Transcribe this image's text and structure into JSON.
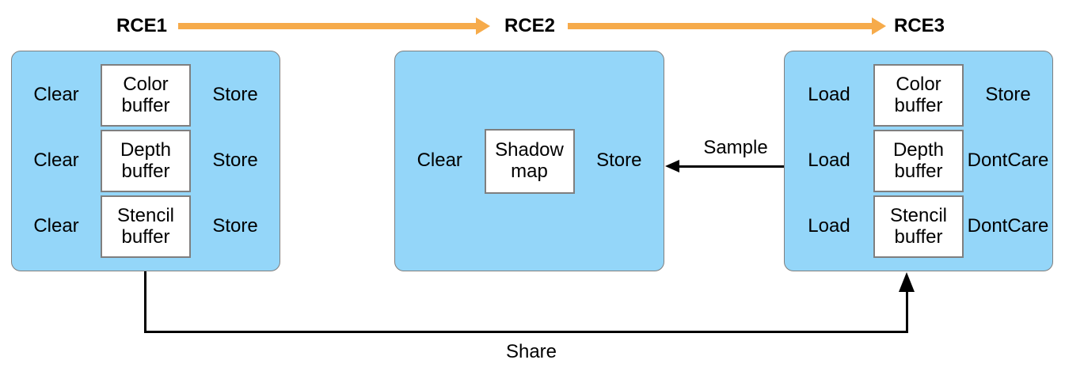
{
  "figure": {
    "encoders": [
      {
        "label": "RCE1",
        "rows": [
          {
            "load_action": "Clear",
            "buffer": "Color buffer",
            "store_action": "Store"
          },
          {
            "load_action": "Clear",
            "buffer": "Depth buffer",
            "store_action": "Store"
          },
          {
            "load_action": "Clear",
            "buffer": "Stencil buffer",
            "store_action": "Store"
          }
        ]
      },
      {
        "label": "RCE2",
        "rows": [
          {
            "load_action": "Clear",
            "buffer": "Shadow map",
            "store_action": "Store"
          }
        ]
      },
      {
        "label": "RCE3",
        "rows": [
          {
            "load_action": "Load",
            "buffer": "Color buffer",
            "store_action": "Store"
          },
          {
            "load_action": "Load",
            "buffer": "Depth buffer",
            "store_action": "DontCare"
          },
          {
            "load_action": "Load",
            "buffer": "Stencil buffer",
            "store_action": "DontCare"
          }
        ]
      }
    ],
    "arrows": {
      "sample_label": "Sample",
      "share_label": "Share"
    },
    "colors": {
      "panel_fill": "#94d6f9",
      "panel_border": "#7f7f7f",
      "buffer_fill": "#ffffff",
      "buffer_border": "#7f7f7f",
      "timeline_arrow": "#f6ab4b",
      "connector": "#000000"
    }
  }
}
